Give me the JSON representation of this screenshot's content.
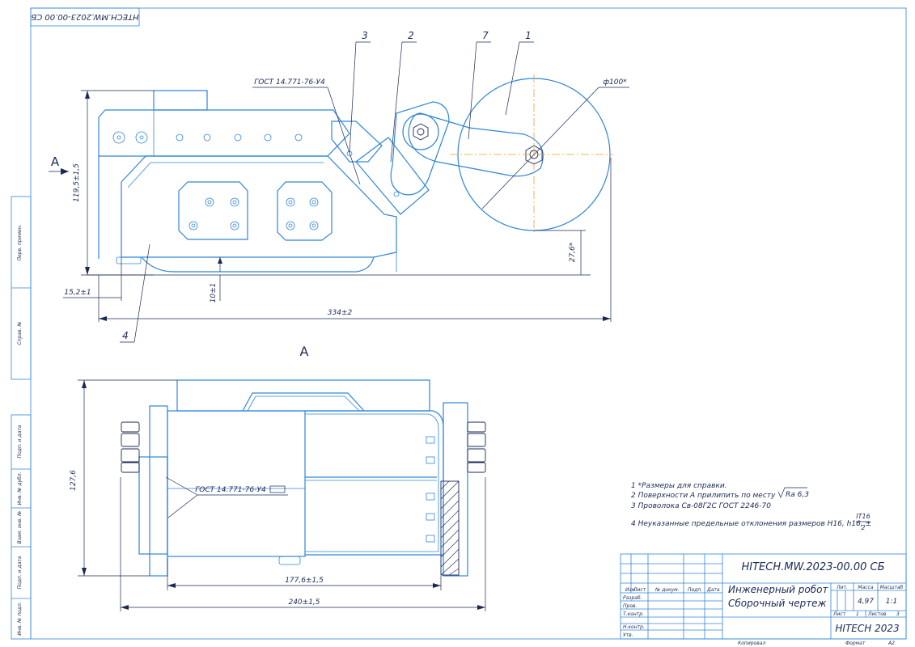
{
  "stamp_top": "НТЕСН.МW.2023-00.00 СБ",
  "view_label_a": "А",
  "view_title_a": "А",
  "gost_top": "ГОСТ 14.771-76-У4",
  "gost_bottom": "ГОСТ 14.771-76-У4",
  "dims": {
    "height": "119,5±1,5",
    "ground": "10±1",
    "offset": "15,2±1",
    "length": "334±2",
    "diameter": "ф100*",
    "wheel_clear": "27,6*",
    "bottom_height": "127,6",
    "bottom_inner": "177,6±1,5",
    "bottom_width": "240±1,5"
  },
  "callouts": [
    "1",
    "2",
    "3",
    "4",
    "7"
  ],
  "notes": [
    "1  *Размеры для справки.",
    "2  Поверхности А прилипить по месту",
    "3  Проволока Св-08Г2С ГОСТ 2246-70",
    "4  Неуказанные предельные отклонения размеров H16, h16, ±"
  ],
  "note2_ra": "Ra 6,3",
  "note4_frac_top": "IT16",
  "note4_frac_bot": "2",
  "left_strip": [
    "Перв. примен.",
    "Справ. №",
    "Подп. и дата",
    "Инв. № дубл.",
    "Взам. инв. №",
    "Подп. и дата",
    "Инв. № подл."
  ],
  "title_block": {
    "doc_code": "HITECH.MW.2023-00.00 СБ",
    "name_line1": "Инженерный робот",
    "name_line2": "Сборочный чертеж",
    "col_headers": [
      "Изм.",
      "Лист",
      "№ докум.",
      "Подп.",
      "Дата"
    ],
    "roles": [
      "Разраб.",
      "Пров.",
      "Т.контр.",
      "",
      "Н.контр.",
      "Утв."
    ],
    "lit_label": "Лит.",
    "mass_label": "Масса",
    "scale_label": "Масштаб",
    "mass": "4,97",
    "scale": "1:1",
    "sheet_label": "Лист",
    "sheet_no": "1",
    "sheets_label": "Листов",
    "sheets_count": "3",
    "org": "HITECH 2023",
    "copied": "Копировал",
    "format_label": "Формат",
    "format": "А2"
  }
}
